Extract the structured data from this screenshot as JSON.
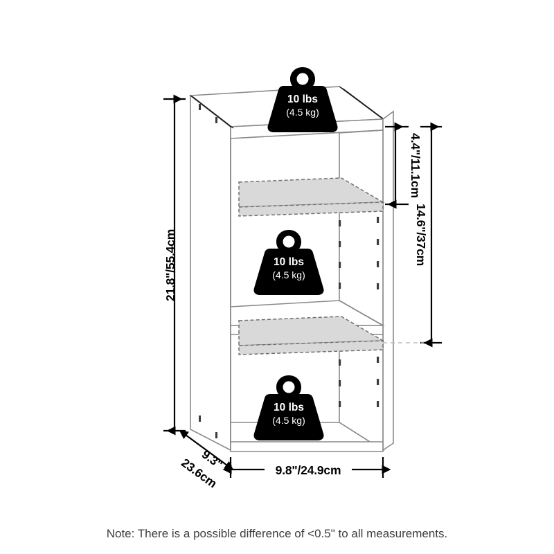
{
  "diagram": {
    "type": "isometric-product-dimension-drawing",
    "product": "3-tier open bookcase / storage cabinet",
    "background_color": "#ffffff",
    "line_color": "#8a8a8a",
    "shelf_fill_color": "#d9d9d9",
    "annotation_color": "#000000"
  },
  "dimensions": {
    "height": {
      "label": "21.8\"/55.4cm",
      "position": "left",
      "orientation": "vertical",
      "inches": 21.8,
      "cm": 55.4
    },
    "compartment_opening": {
      "label": "4.4\"/11.1cm",
      "position": "right-inner",
      "orientation": "vertical",
      "inches": 4.4,
      "cm": 11.1
    },
    "upper_section": {
      "label": "14.6\"/37cm",
      "position": "right-outer",
      "orientation": "vertical",
      "inches": 14.6,
      "cm": 37
    },
    "depth": {
      "label_inches": "9.3\"",
      "label_cm": "23.6cm",
      "position": "bottom-left",
      "orientation": "diagonal",
      "inches": 9.3,
      "cm": 23.6
    },
    "width": {
      "label": "9.8\"/24.9cm",
      "position": "bottom",
      "orientation": "horizontal",
      "inches": 9.8,
      "cm": 24.9
    }
  },
  "weight_capacity_badges": [
    {
      "id": "top-surface",
      "primary": "10 lbs",
      "secondary": "(4.5 kg)",
      "location": "top panel"
    },
    {
      "id": "upper-shelf",
      "primary": "10 lbs",
      "secondary": "(4.5 kg)",
      "location": "middle compartment"
    },
    {
      "id": "lower-shelf",
      "primary": "10 lbs",
      "secondary": "(4.5 kg)",
      "location": "bottom compartment"
    }
  ],
  "footnote": {
    "text": "Note: There is a possible difference of <0.5\" to all measurements."
  }
}
